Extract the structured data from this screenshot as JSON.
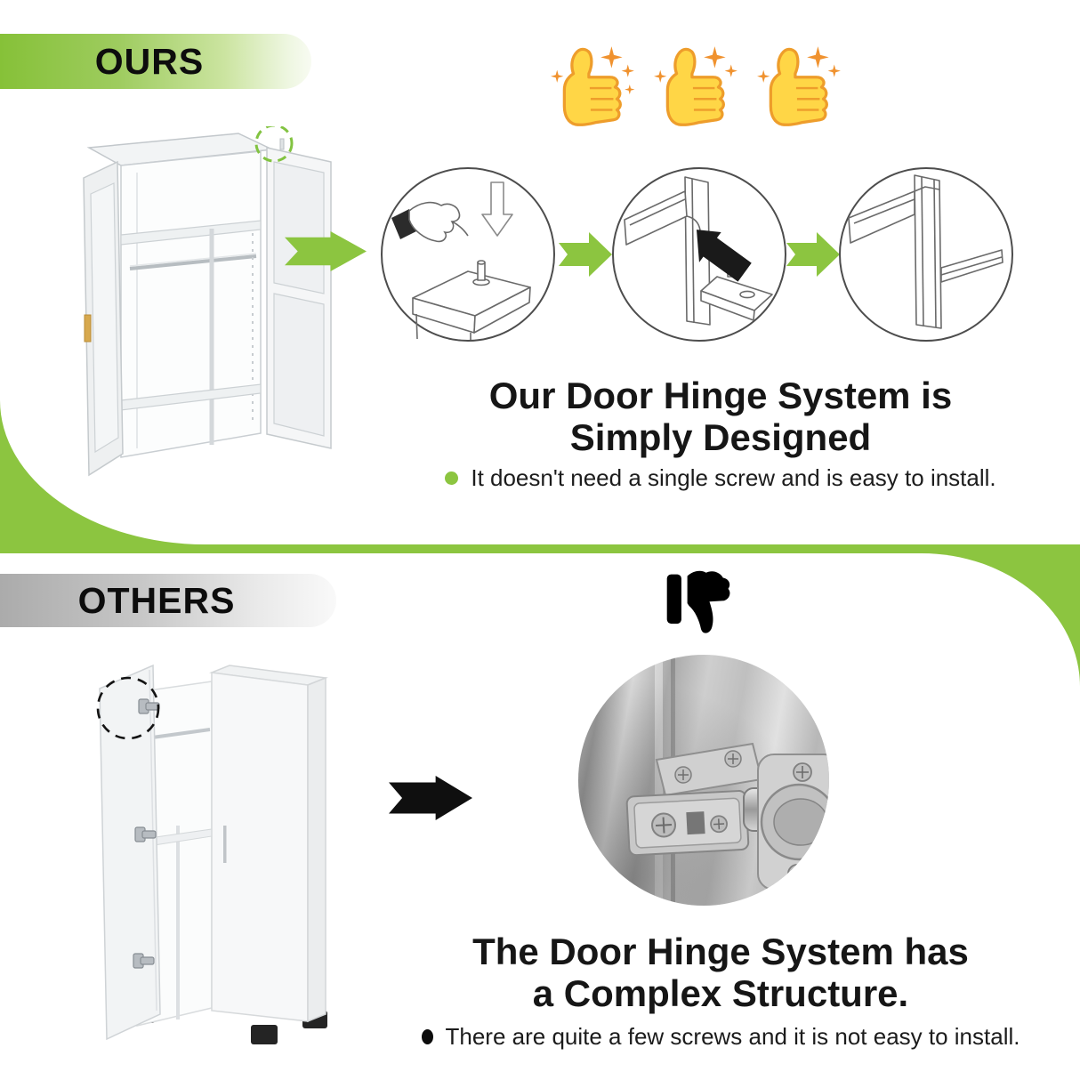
{
  "theme": {
    "accent_green": "#8CC540",
    "ours_banner_gradient": [
      "#86C138",
      "#F8FBF2"
    ],
    "others_banner_gradient": [
      "#ABABAB",
      "#F9F9F9"
    ],
    "thumb_yellow": "#FFD646",
    "thumb_outline": "#EE9D2B",
    "sparkle_orange": "#F0922F",
    "text_color": "#161616"
  },
  "ours_section": {
    "banner_label": "OURS",
    "rating": {
      "icon": "thumbs-up-with-sparkles",
      "count": 3
    },
    "illustration": "open-wardrobe-with-detached-door-and-green-hinge-callout",
    "steps": [
      {
        "icon": "finger-pressing-hinge-pin"
      },
      {
        "icon": "pin-aligned-into-frame-hole"
      },
      {
        "icon": "door-corner-assembled"
      }
    ],
    "headline_line1": "Our Door Hinge System is",
    "headline_line2": "Simply Designed",
    "bullet_text": "It doesn't need a single screw and is easy to install."
  },
  "others_section": {
    "banner_label": "OTHERS",
    "rating": {
      "icon": "thumbs-down",
      "count": 1
    },
    "illustration": "open-wardrobe-with-screw-hinges-and-black-dashed-callout",
    "photo": "complex-concealed-cabinet-hinge-closeup",
    "headline_line1": "The Door Hinge System has",
    "headline_line2": "a Complex Structure.",
    "bullet_text": "There are quite a few screws and it is not easy to install."
  }
}
